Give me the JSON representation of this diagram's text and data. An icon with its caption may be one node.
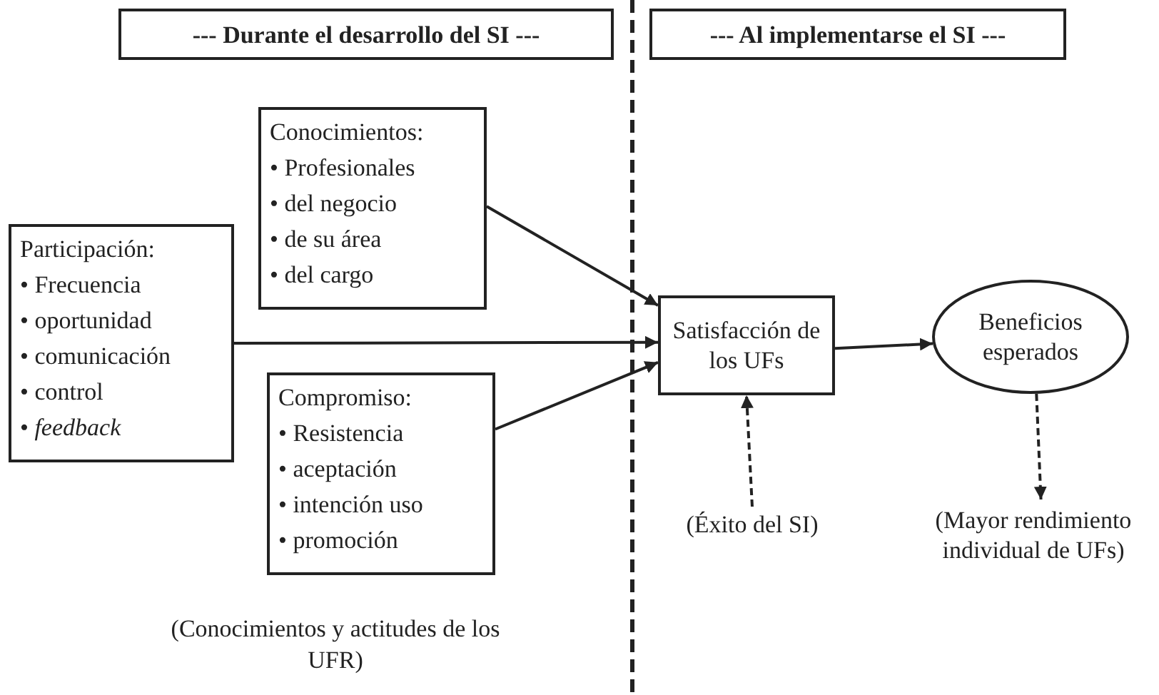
{
  "diagram": {
    "nodes": [
      {
        "text": [
          "--- Durante el desarrollo del SI ---"
        ]
      },
      {
        "text": [
          "--- Al implementarse el SI ---"
        ]
      },
      {
        "text": [
          "Conocimientos:",
          "• Profesionales",
          "• del negocio",
          "• de su área",
          "• del cargo"
        ]
      },
      {
        "text": [
          "Participación:",
          "• Frecuencia",
          "• oportunidad",
          "• comunicación",
          "• control",
          "• *feedback*"
        ]
      },
      {
        "text": [
          "Compromiso:",
          "• Resistencia",
          "• aceptación",
          "• intención uso",
          "• promoción"
        ]
      },
      {
        "text": [
          "Satisfacción de los UFs"
        ]
      },
      {
        "text": [
          "Beneficios esperados"
        ]
      },
      {
        "text": [
          "(Éxito del SI)"
        ]
      },
      {
        "text": [
          "(Mayor rendimiento individual de UFs)"
        ]
      }
    ],
    "edges": [
      {
        "from": 2,
        "to": 5,
        "arrow": "to"
      },
      {
        "from": 3,
        "to": 5,
        "arrow": "to"
      },
      {
        "from": 4,
        "to": 5,
        "arrow": "to"
      },
      {
        "from": 5,
        "to": 6,
        "arrow": "to"
      },
      {
        "from": 7,
        "to": 5,
        "arrow": "to",
        "style": "dashed"
      },
      {
        "from": 6,
        "to": 8,
        "arrow": "to",
        "style": "dashed"
      }
    ],
    "labels": [
      "(Conocimientos y actitudes de los UFR)"
    ]
  }
}
